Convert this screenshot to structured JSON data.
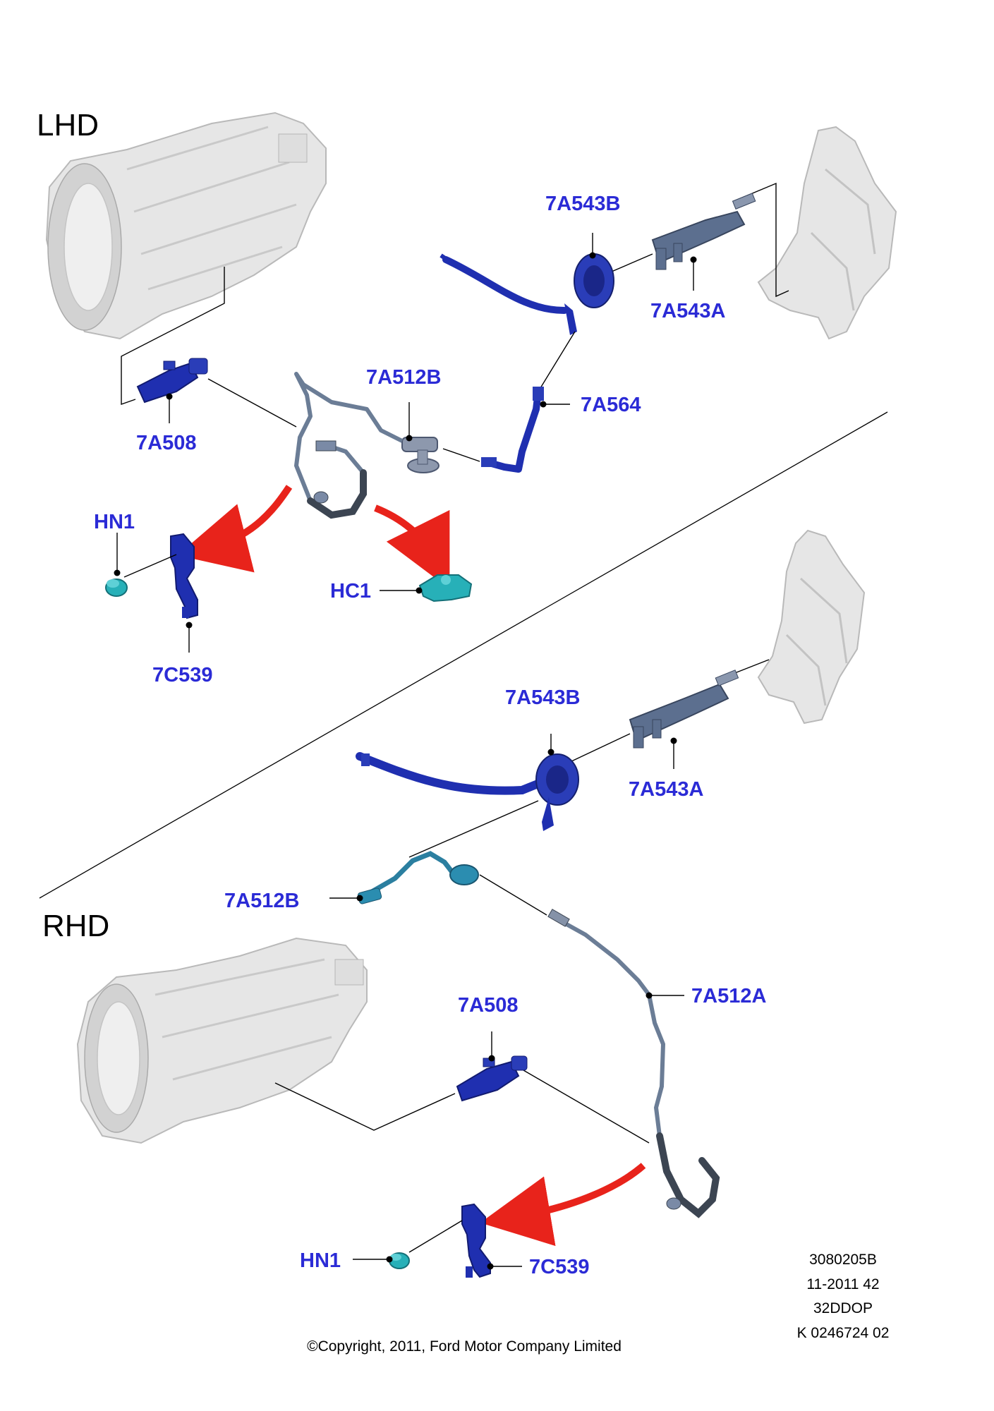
{
  "sections": {
    "lhd": {
      "title": "LHD"
    },
    "rhd": {
      "title": "RHD"
    }
  },
  "lhd_labels": {
    "master_cylinder_reservoir": "7A543B",
    "master_cylinder": "7A543A",
    "hose_connector": "7A512B",
    "pipe": "7A564",
    "slave_cylinder": "7A508",
    "nut": "HN1",
    "clip": "HC1",
    "bracket": "7C539"
  },
  "rhd_labels": {
    "master_cylinder_reservoir": "7A543B",
    "master_cylinder": "7A543A",
    "hose_connector": "7A512B",
    "pipe": "7A512A",
    "slave_cylinder": "7A508",
    "nut": "HN1",
    "bracket": "7C539"
  },
  "reference_block": {
    "line1": "3080205B",
    "line2": "11-2011 42",
    "line3": "32DDOP",
    "line4": "K 0246724 02"
  },
  "copyright": "©Copyright, 2011, Ford Motor Company Limited",
  "colors": {
    "label_blue": "#2b2bd6",
    "part_blue": "#1f2fb0",
    "part_teal": "#27b0b8",
    "arrow_red": "#e8231b",
    "ghost_gray": "#d9d9d9"
  }
}
